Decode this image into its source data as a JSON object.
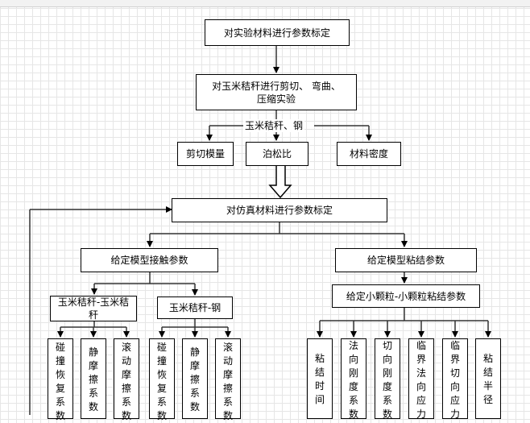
{
  "nodes": {
    "calibrate_experiment": "对实验材料进行参数标定",
    "stalk_tests": "对玉米秸秆进行剪切、 弯曲、 压缩实验",
    "shear_modulus": "剪切模量",
    "poisson_ratio": "泊松比",
    "material_density": "材料密度",
    "calibrate_simulation": "对仿真材料进行参数标定",
    "contact_params": "给定模型接触参数",
    "bond_params": "给定模型粘结参数",
    "stalk_stalk": "玉米秸秆-玉米秸秆",
    "stalk_steel": "玉米秸秆-钢",
    "small_particle_bond": "给定小颗粒-小颗粒粘结参数"
  },
  "edge_labels": {
    "stalk_steel_materials": "玉米秸秆、钢"
  },
  "leaves": {
    "ss_restitution": "碰撞恢复系数",
    "ss_static_friction": "静摩擦系数",
    "ss_rolling_friction": "滚动摩擦系数",
    "st_restitution": "碰撞恢复系数",
    "st_static_friction": "静摩擦系数",
    "st_rolling_friction": "滚动摩擦系数",
    "bond_time": "粘结时间",
    "normal_stiffness": "法向刚度系数",
    "tangential_stiffness": "切向刚度系数",
    "critical_normal_stress": "临界法向应力",
    "critical_tangential_stress": "临界切向应力",
    "bond_radius": "粘结半径"
  }
}
